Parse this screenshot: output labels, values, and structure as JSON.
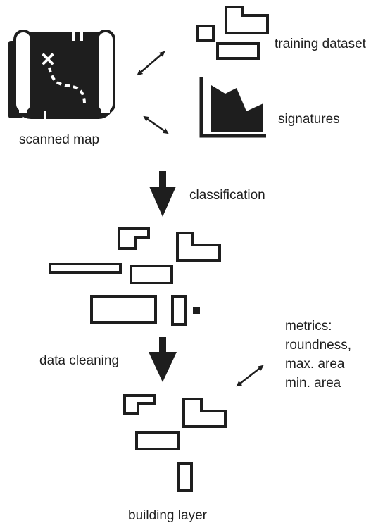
{
  "labels": {
    "scanned_map": "scanned map",
    "training_dataset": "training dataset",
    "signatures": "signatures",
    "classification": "classification",
    "data_cleaning": "data cleaning",
    "metrics": "metrics:\nroundness,\nmax. area\nmin. area",
    "building_layer": "building layer"
  },
  "colors": {
    "ink": "#1e1e1e",
    "background": "#ffffff"
  },
  "icons": [
    "scanned-map-icon",
    "training-dataset-icon",
    "signatures-chart-icon"
  ]
}
